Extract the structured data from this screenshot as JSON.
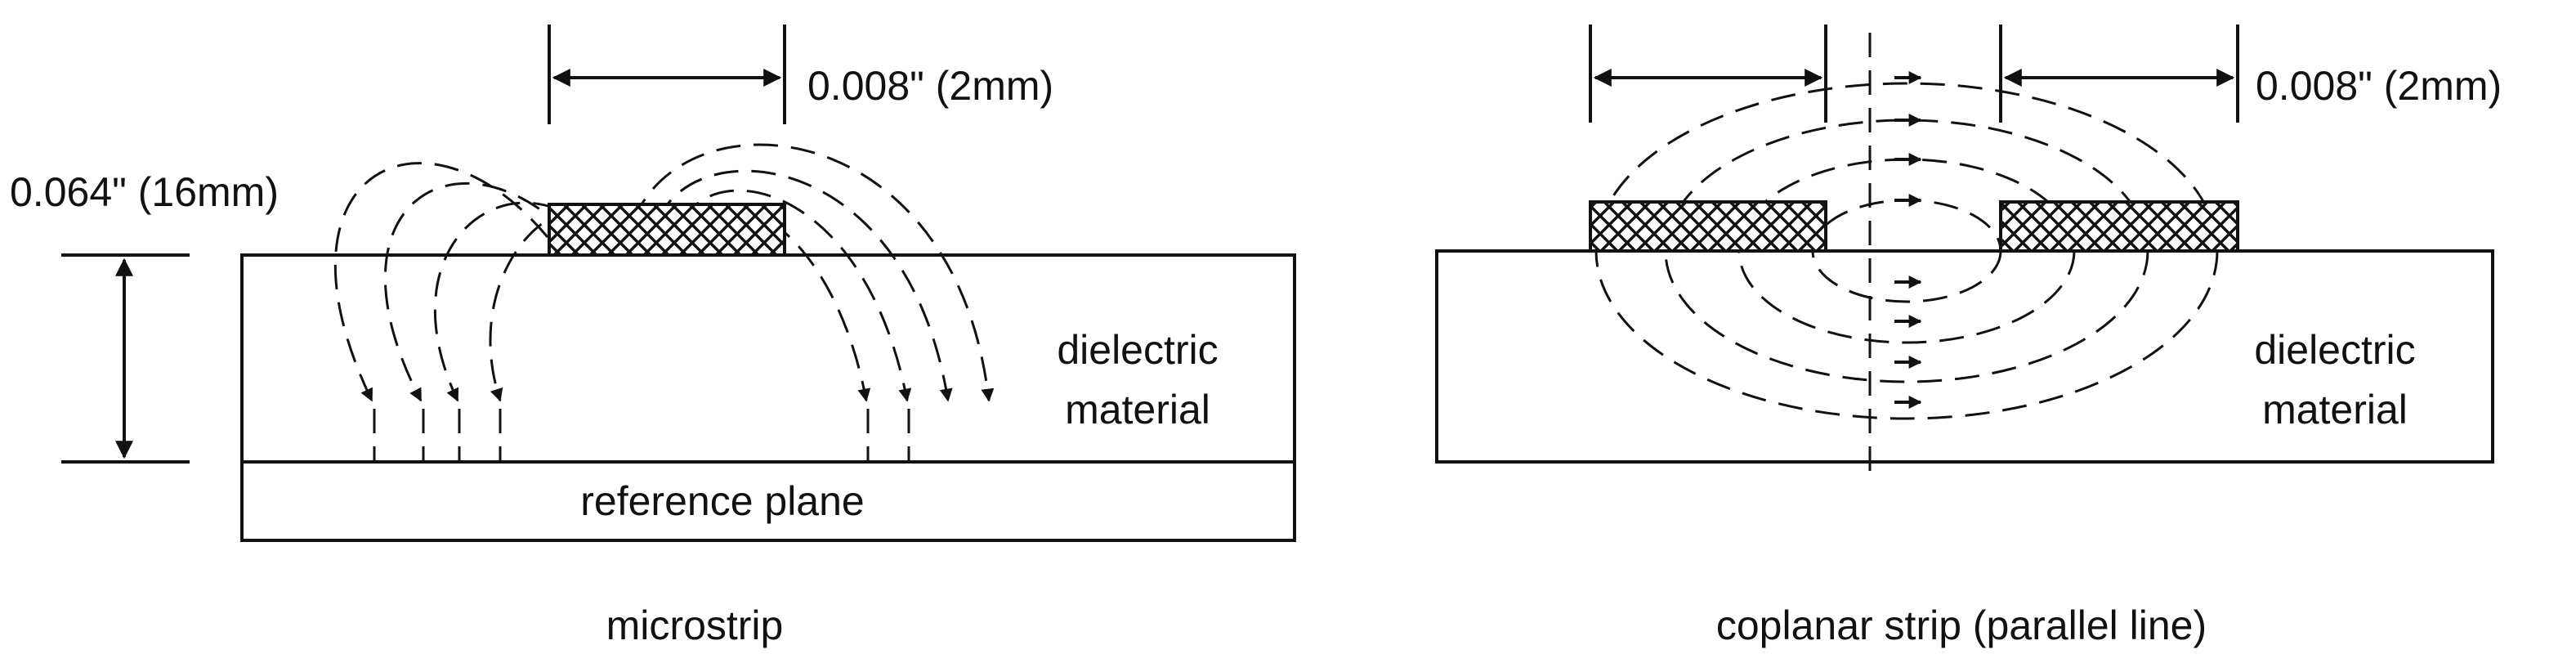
{
  "microstrip": {
    "width_label": "0.008\" (2mm)",
    "thickness_label": "0.064\" (16mm)",
    "dielectric_line1": "dielectric",
    "dielectric_line2": "material",
    "plane_label": "reference plane",
    "caption": "microstrip"
  },
  "coplanar": {
    "width_label": "0.008\" (2mm)",
    "dielectric_line1": "dielectric",
    "dielectric_line2": "material",
    "caption": "coplanar strip (parallel line)"
  },
  "colors": {
    "ink": "#111111",
    "background": "#ffffff"
  }
}
